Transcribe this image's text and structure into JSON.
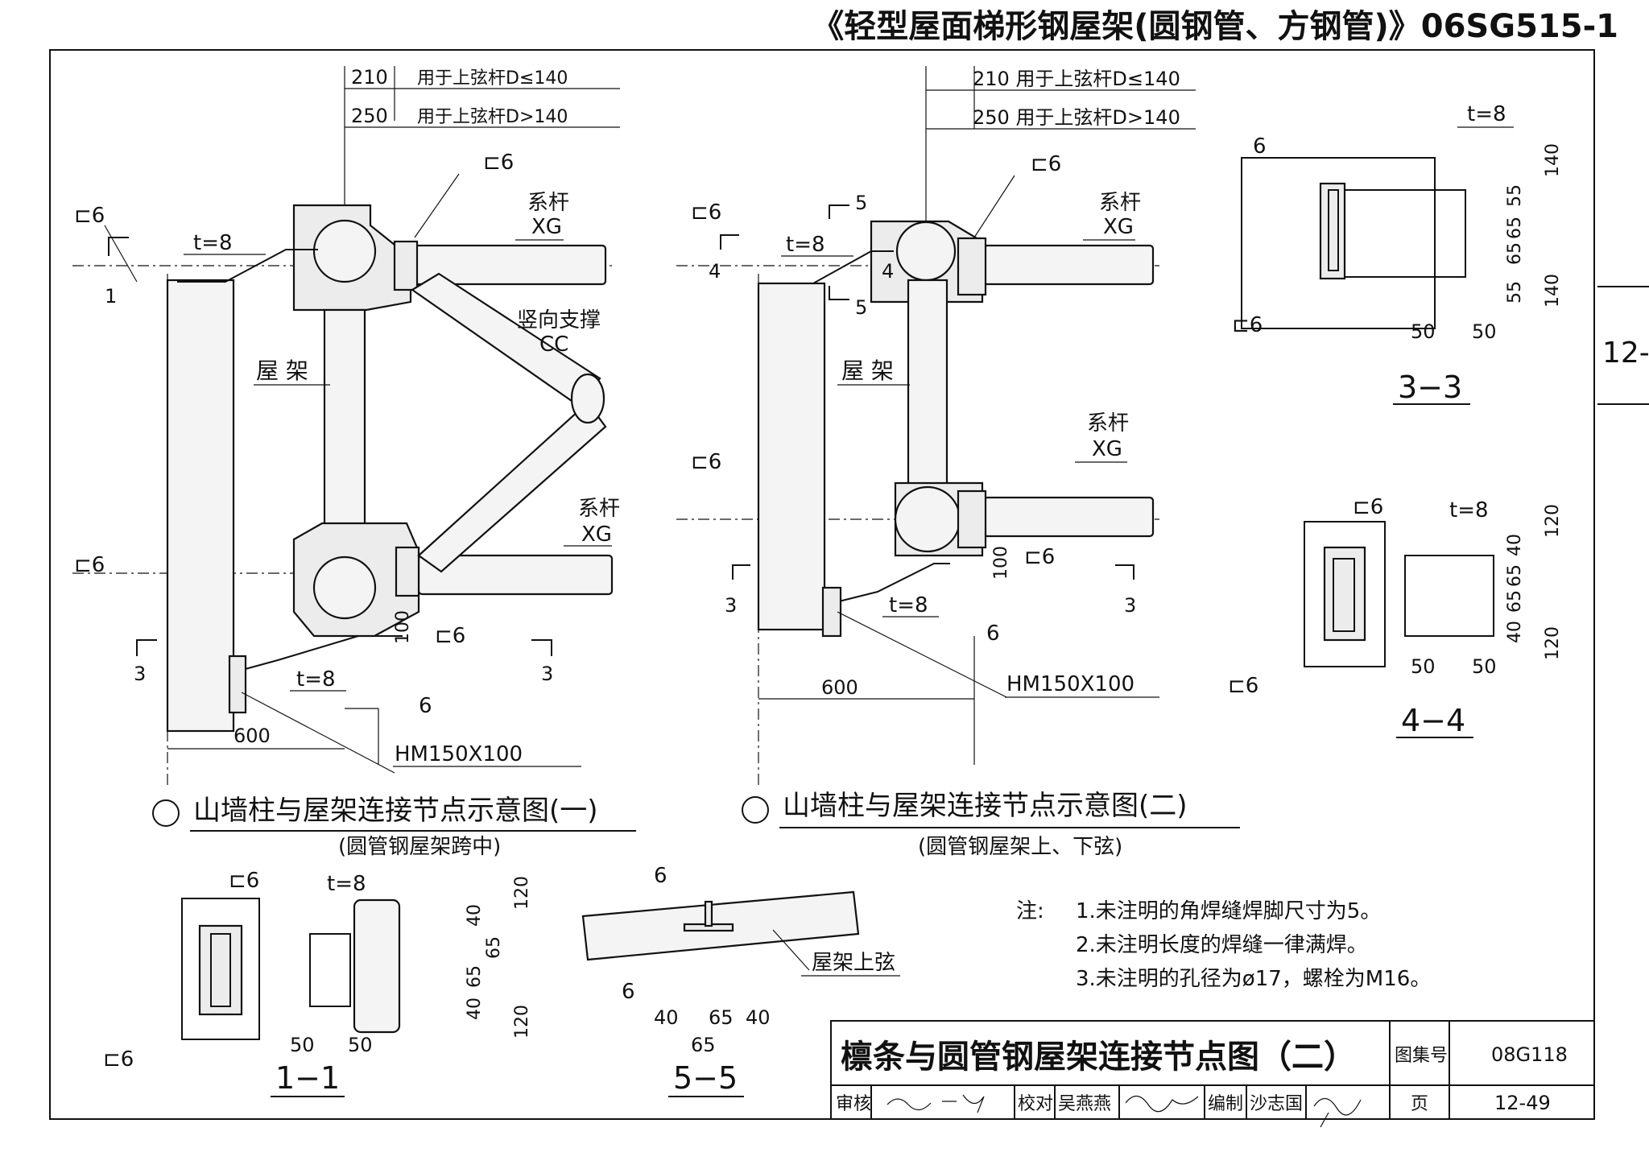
{
  "header_title": "《轻型屋面梯形钢屋架(圆钢管、方钢管)》06SG515-1",
  "side_tab": "12-",
  "weld": {
    "c6": "⊏6",
    "six": "6"
  },
  "plate_t": "t=8",
  "dims": {
    "d210": "210",
    "d250": "250",
    "d210_250_note_small": "用于上弦杆D≤140",
    "d250_note": "用于上弦杆D>140",
    "d210_combined": "210 用于上弦杆D≤140",
    "d250_combined": "250 用于上弦杆D>140",
    "d600": "600",
    "d100": "100",
    "d40": "40",
    "d65": "65",
    "d55": "55",
    "d50": "50",
    "d120": "120",
    "d140": "140"
  },
  "labels": {
    "tie": "系杆",
    "xg": "XG",
    "brace": "竖向支撑",
    "cc": "CC",
    "truss": "屋 架",
    "hm": "HM150X100",
    "top_chord": "屋架上弦"
  },
  "section_marks": {
    "s1": "1",
    "s3": "3",
    "s4": "4",
    "s5": "5"
  },
  "titles": {
    "fig1": "山墙柱与屋架连接节点示意图(一)",
    "fig1_sub": "(圆管钢屋架跨中)",
    "fig2": "山墙柱与屋架连接节点示意图(二)",
    "fig2_sub": "(圆管钢屋架上、下弦)",
    "sec11": "1−1",
    "sec33": "3−3",
    "sec44": "4−4",
    "sec55": "5−5"
  },
  "notes": {
    "label": "注:",
    "items": [
      "1.未注明的角焊缝焊脚尺寸为5。",
      "2.未注明长度的焊缝一律满焊。",
      "3.未注明的孔径为ø17，螺栓为M16。"
    ]
  },
  "title_block": {
    "drawing_title": "檩条与圆管钢屋架连接节点图（二）",
    "atlas_label": "图集号",
    "atlas_value": "08G118",
    "review_label": "审核",
    "check_label": "校对",
    "check_name": "吴燕燕",
    "edit_label": "编制",
    "edit_name": "沙志国",
    "page_label": "页",
    "page_value": "12-49"
  }
}
